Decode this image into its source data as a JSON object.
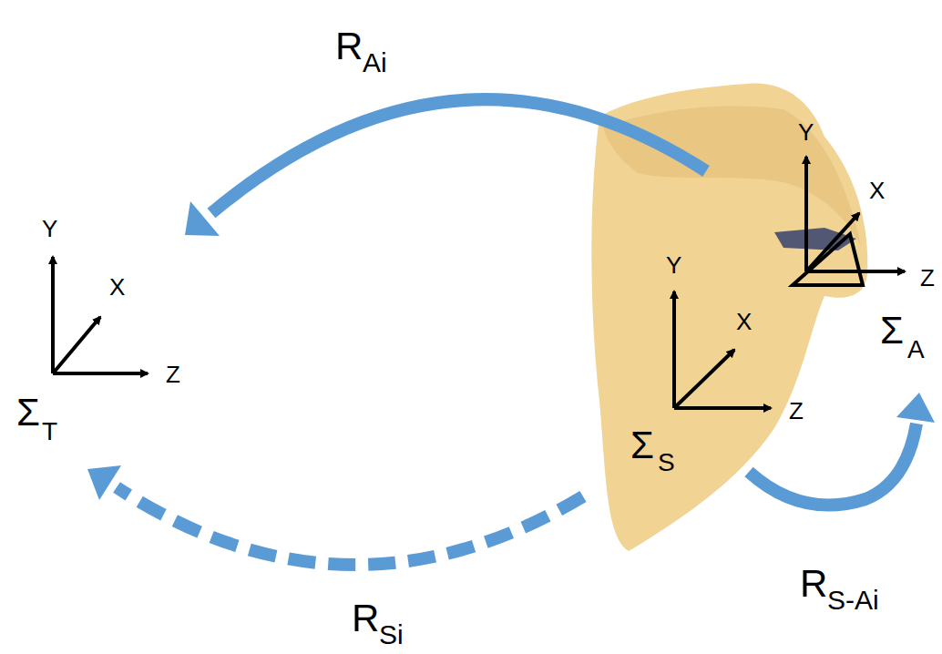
{
  "diagram": {
    "labels": [
      "R",
      "Ai",
      "Y",
      "X",
      "Z",
      "Σ",
      "T",
      "Y",
      "X",
      "Z",
      "Σ",
      "S",
      "Y",
      "X",
      "Z",
      "Σ",
      "A",
      "R",
      "S-Ai",
      "R",
      "Si"
    ]
  }
}
